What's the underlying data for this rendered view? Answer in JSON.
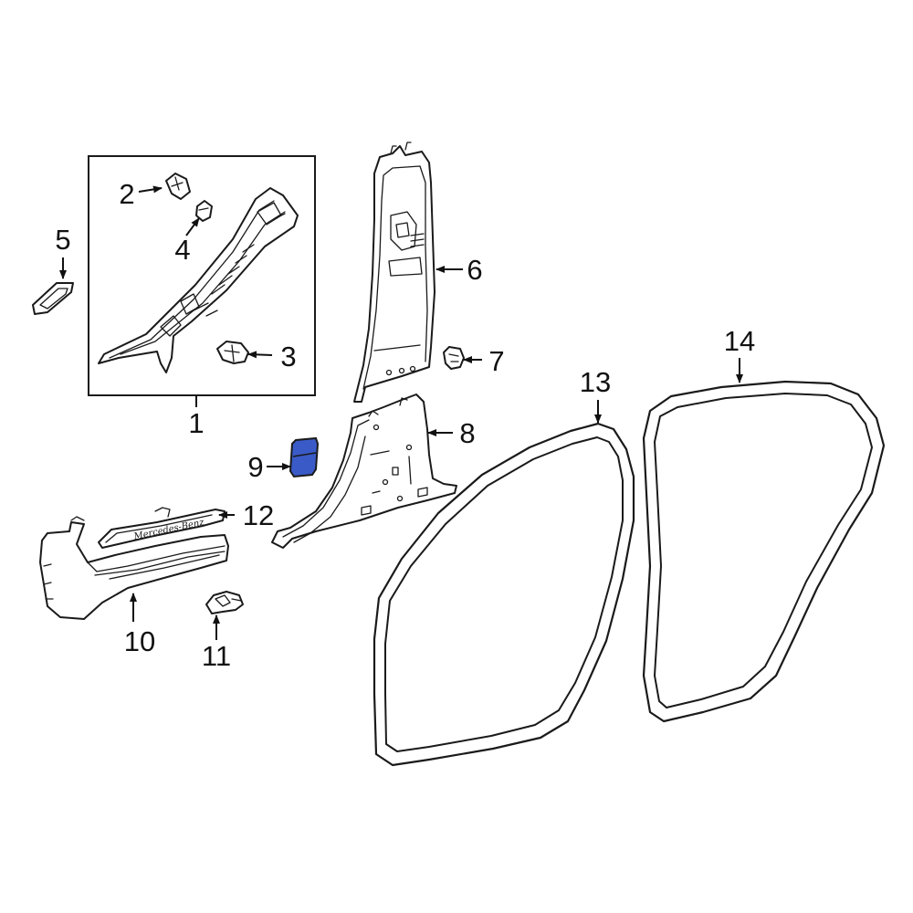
{
  "diagram": {
    "highlight_color": "#3a5bc7",
    "callouts": [
      {
        "id": "1",
        "label": "1"
      },
      {
        "id": "2",
        "label": "2"
      },
      {
        "id": "3",
        "label": "3"
      },
      {
        "id": "4",
        "label": "4"
      },
      {
        "id": "5",
        "label": "5"
      },
      {
        "id": "6",
        "label": "6"
      },
      {
        "id": "7",
        "label": "7"
      },
      {
        "id": "8",
        "label": "8"
      },
      {
        "id": "9",
        "label": "9",
        "highlighted": true
      },
      {
        "id": "10",
        "label": "10"
      },
      {
        "id": "11",
        "label": "11"
      },
      {
        "id": "12",
        "label": "12"
      },
      {
        "id": "13",
        "label": "13"
      },
      {
        "id": "14",
        "label": "14"
      }
    ],
    "sill_plate_text": "Mercedes-Benz"
  }
}
